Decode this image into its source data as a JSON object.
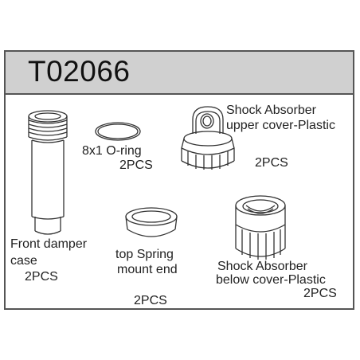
{
  "header": {
    "part_number": "T02066"
  },
  "parts": {
    "case": {
      "name_line1": "Front damper",
      "name_line2": "case",
      "qty": "2PCS"
    },
    "oring": {
      "name": "8x1 O-ring",
      "qty": "2PCS"
    },
    "upper_cover": {
      "name_line1": "Shock Absorber",
      "name_line2": "upper cover-Plastic",
      "qty": "2PCS"
    },
    "spring_mount": {
      "name_line1": "top Spring",
      "name_line2": "mount end",
      "qty": "2PCS"
    },
    "lower_cover": {
      "name_line1": "Shock Absorber",
      "name_line2": "below cover-Plastic",
      "qty": "2PCS"
    }
  },
  "colors": {
    "header_bg": "#d0d0d0",
    "border": "#555555",
    "line_art": "#333333"
  }
}
